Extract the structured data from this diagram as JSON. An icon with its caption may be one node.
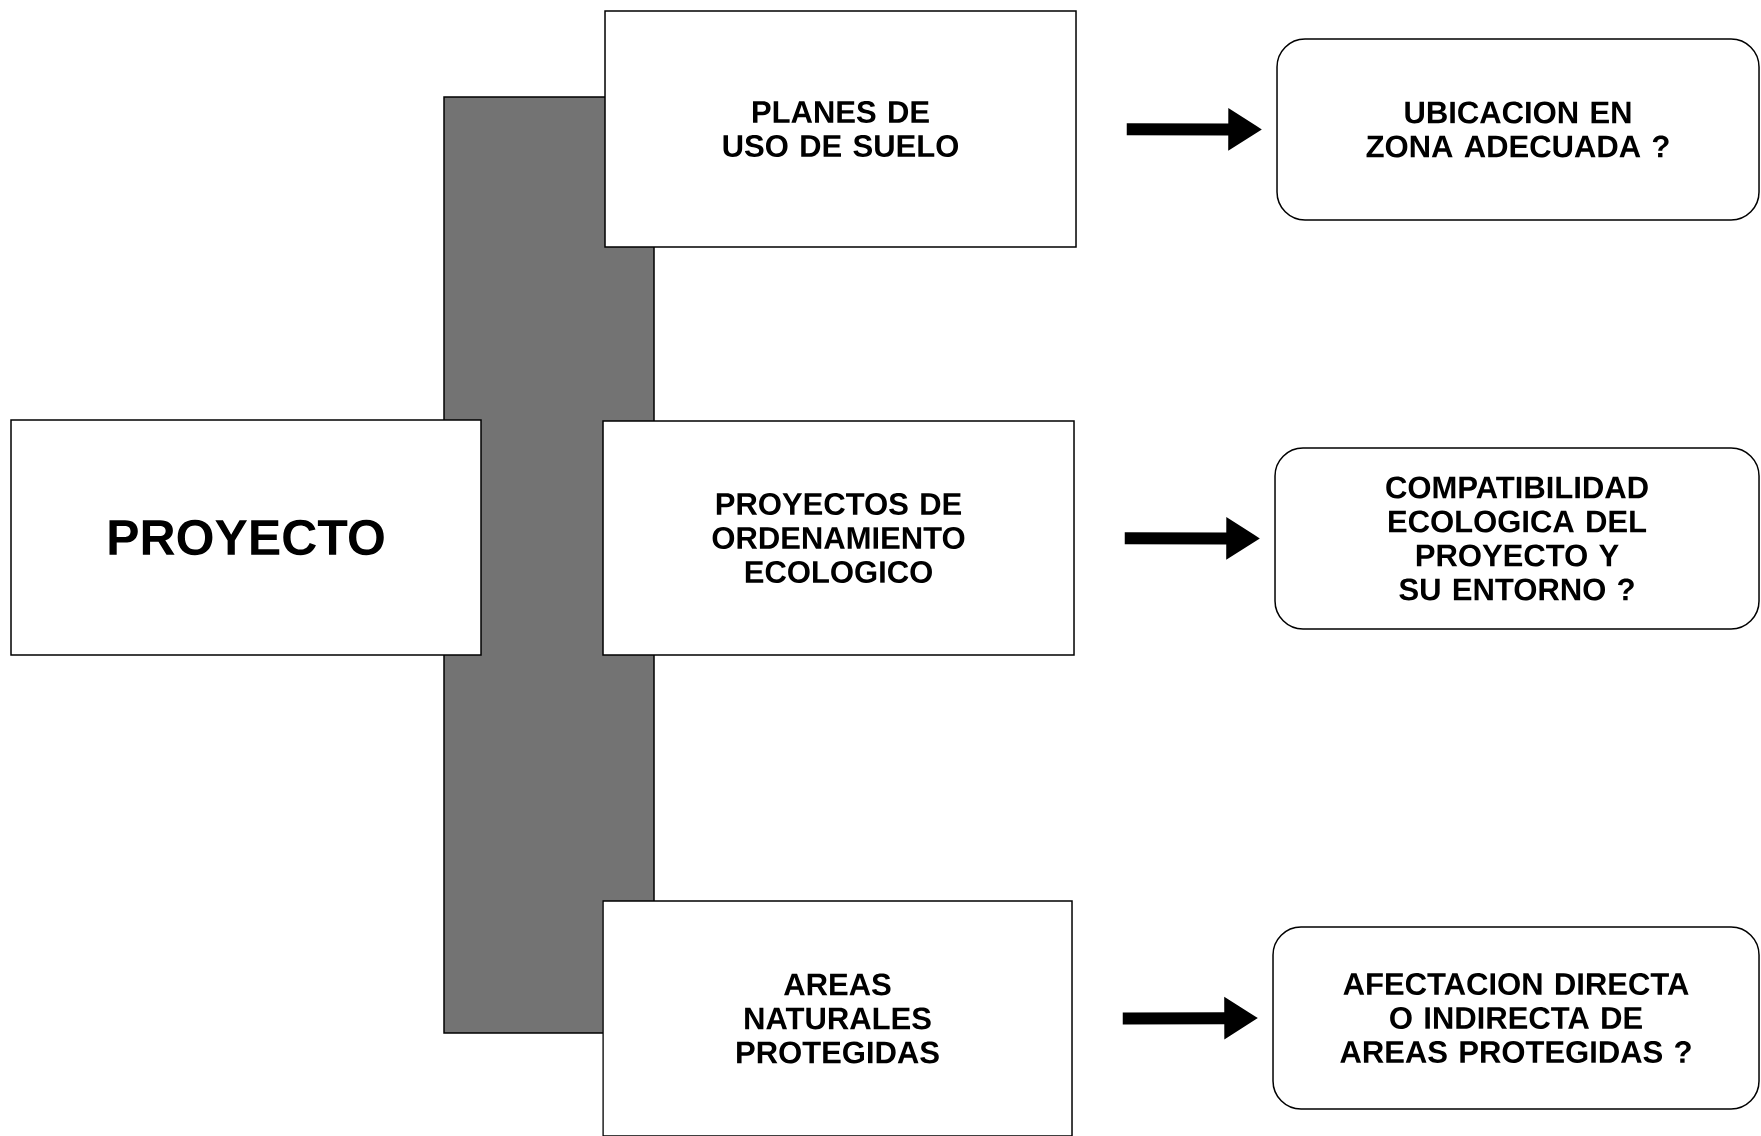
{
  "diagram": {
    "nodes": [
      {
        "text": [
          "PROYECTO"
        ]
      },
      {
        "text": [
          "PLANES DE USO DE SUELO"
        ]
      },
      {
        "text": [
          "PROYECTOS DE ORDENAMIENTO ECOLOGICO"
        ]
      },
      {
        "text": [
          "AREAS NATURALES PROTEGIDAS"
        ]
      },
      {
        "text": [
          "UBICACION EN ZONA ADECUADA ?"
        ]
      },
      {
        "text": [
          "COMPATIBILIDAD ECOLOGICA DEL PROYECTO Y SU ENTORNO ?"
        ]
      },
      {
        "text": [
          "AFECTACION DIRECTA O INDIRECTA DE AREAS PROTEGIDAS ?"
        ]
      },
      {
        "text": [],
        "shape": "bar"
      }
    ],
    "edges": [
      {
        "from": 1,
        "to": 4,
        "arrow": "to"
      },
      {
        "from": 2,
        "to": 5,
        "arrow": "to"
      },
      {
        "from": 3,
        "to": 6,
        "arrow": "to"
      }
    ]
  }
}
